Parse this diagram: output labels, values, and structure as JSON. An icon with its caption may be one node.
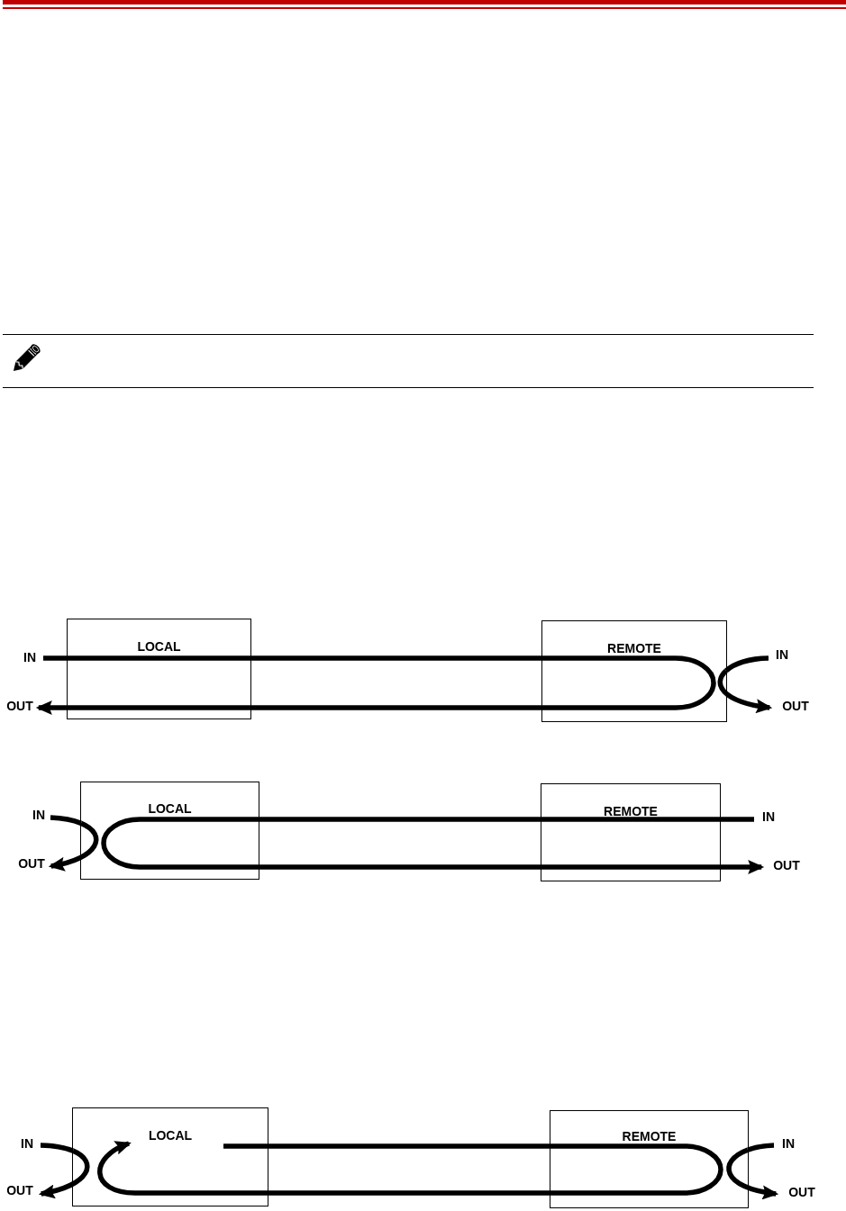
{
  "diagram": {
    "nodes": [
      {
        "text": [
          "LOCAL"
        ]
      },
      {
        "text": [
          "REMOTE"
        ]
      },
      {
        "text": [
          "IN"
        ]
      },
      {
        "text": [
          "IN"
        ]
      },
      {
        "text": [
          "OUT"
        ]
      },
      {
        "text": [
          "OUT"
        ]
      },
      {
        "text": [
          "LOCAL"
        ]
      },
      {
        "text": [
          "REMOTE"
        ]
      },
      {
        "text": [
          "IN"
        ]
      },
      {
        "text": [
          "IN"
        ]
      },
      {
        "text": [
          "OUT"
        ]
      },
      {
        "text": [
          "OUT"
        ]
      },
      {
        "text": [
          "LOCAL"
        ]
      },
      {
        "text": [
          "REMOTE"
        ]
      },
      {
        "text": [
          "IN"
        ]
      },
      {
        "text": [
          "IN"
        ]
      },
      {
        "text": [
          "OUT"
        ]
      },
      {
        "text": [
          "OUT"
        ]
      }
    ],
    "edges": [
      {
        "from": 2,
        "to": 0,
        "arrow": "none"
      },
      {
        "from": 0,
        "to": 1,
        "arrow": "none"
      },
      {
        "from": 1,
        "to": 0,
        "arrow": "none"
      },
      {
        "from": 0,
        "to": 4,
        "arrow": "to"
      },
      {
        "from": 3,
        "to": 1,
        "arrow": "none"
      },
      {
        "from": 1,
        "to": 5,
        "arrow": "to"
      },
      {
        "from": 8,
        "to": 6,
        "arrow": "none"
      },
      {
        "from": 6,
        "to": 10,
        "arrow": "to"
      },
      {
        "from": 9,
        "to": 7,
        "arrow": "none"
      },
      {
        "from": 7,
        "to": 6,
        "arrow": "none"
      },
      {
        "from": 6,
        "to": 7,
        "arrow": "none"
      },
      {
        "from": 7,
        "to": 11,
        "arrow": "to"
      },
      {
        "from": 14,
        "to": 12,
        "arrow": "none"
      },
      {
        "from": 12,
        "to": 16,
        "arrow": "to"
      },
      {
        "from": 15,
        "to": 13,
        "arrow": "none"
      },
      {
        "from": 13,
        "to": 17,
        "arrow": "to"
      },
      {
        "from": 12,
        "to": 13,
        "arrow": "none"
      },
      {
        "from": 13,
        "to": 12,
        "arrow": "to"
      }
    ]
  }
}
